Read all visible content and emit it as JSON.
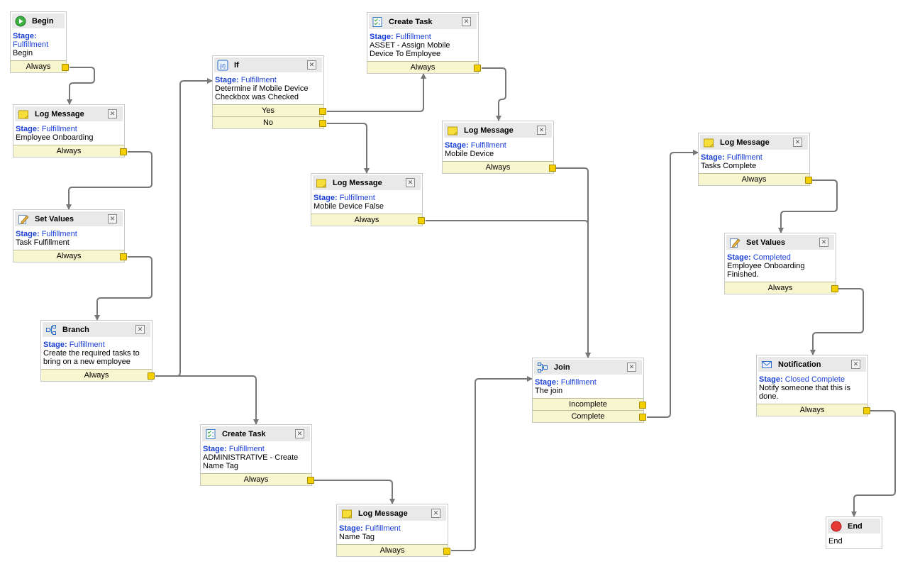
{
  "stage_label": "Stage:",
  "close_glyph": "✕",
  "nodes": [
    {
      "id": "begin",
      "type": "begin",
      "title": "Begin",
      "stage": "Fulfillment",
      "description": "Begin",
      "exits": [
        "Always"
      ],
      "icon": "play-icon",
      "stage_break": true
    },
    {
      "id": "log1",
      "type": "log",
      "title": "Log Message",
      "stage": "Fulfillment",
      "description": "Employee Onboarding",
      "exits": [
        "Always"
      ],
      "icon": "log-message-icon"
    },
    {
      "id": "set1",
      "type": "set",
      "title": "Set Values",
      "stage": "Fulfillment",
      "description": "Task Fulfillment",
      "exits": [
        "Always"
      ],
      "icon": "pencil-icon"
    },
    {
      "id": "branch",
      "type": "branch",
      "title": "Branch",
      "stage": "Fulfillment",
      "description": "Create the required tasks to bring on a new employee",
      "exits": [
        "Always"
      ],
      "icon": "branch-icon"
    },
    {
      "id": "if",
      "type": "if",
      "title": "If",
      "stage": "Fulfillment",
      "description": "Determine if Mobile Device Checkbox was Checked",
      "exits": [
        "Yes",
        "No"
      ],
      "icon": "if-icon"
    },
    {
      "id": "task1",
      "type": "task",
      "title": "Create Task",
      "stage": "Fulfillment",
      "description": "ASSET - Assign Mobile Device To Employee",
      "exits": [
        "Always"
      ],
      "icon": "checklist-icon"
    },
    {
      "id": "log2",
      "type": "log",
      "title": "Log Message",
      "stage": "Fulfillment",
      "description": "Mobile Device",
      "exits": [
        "Always"
      ],
      "icon": "log-message-icon"
    },
    {
      "id": "log3",
      "type": "log",
      "title": "Log Message",
      "stage": "Fulfillment",
      "description": "Mobile Device False",
      "exits": [
        "Always"
      ],
      "icon": "log-message-icon"
    },
    {
      "id": "task2",
      "type": "task",
      "title": "Create Task",
      "stage": "Fulfillment",
      "description": "ADMINISTRATIVE - Create Name Tag",
      "exits": [
        "Always"
      ],
      "icon": "checklist-icon"
    },
    {
      "id": "log4",
      "type": "log",
      "title": "Log Message",
      "stage": "Fulfillment",
      "description": "Name Tag",
      "exits": [
        "Always"
      ],
      "icon": "log-message-icon"
    },
    {
      "id": "join",
      "type": "join",
      "title": "Join",
      "stage": "Fulfillment",
      "description": "The join",
      "exits": [
        "Incomplete",
        "Complete"
      ],
      "icon": "join-icon"
    },
    {
      "id": "log5",
      "type": "log",
      "title": "Log Message",
      "stage": "Fulfillment",
      "description": "Tasks Complete",
      "exits": [
        "Always"
      ],
      "icon": "log-message-icon"
    },
    {
      "id": "set2",
      "type": "set",
      "title": "Set Values",
      "stage": "Completed",
      "description": "Employee Onboarding Finished.",
      "exits": [
        "Always"
      ],
      "icon": "pencil-icon"
    },
    {
      "id": "notify",
      "type": "notify",
      "title": "Notification",
      "stage": "Closed Complete",
      "description": "Notify someone that this is done.",
      "exits": [
        "Always"
      ],
      "icon": "envelope-icon"
    },
    {
      "id": "end",
      "type": "end",
      "title": "End",
      "description": "End",
      "exits": [],
      "icon": "stop-icon"
    }
  ],
  "colors": {
    "stage": "#1a3fd6",
    "exit_bg": "#f7f6cf",
    "port": "#f5d000",
    "wire": "#777777"
  }
}
